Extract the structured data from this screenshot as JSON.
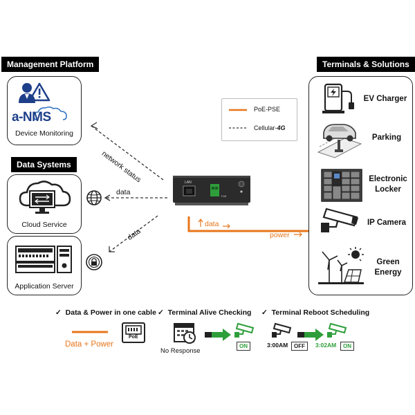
{
  "headers": {
    "management": "Management Platform",
    "data_systems": "Data Systems",
    "terminals": "Terminals & Solutions"
  },
  "left": {
    "nms_logo": "a-NMS",
    "device_monitoring": "Device Monitoring",
    "cloud_service": "Cloud Service",
    "application_server": "Application Server"
  },
  "links": {
    "network_status": "network status",
    "data_top": "data",
    "data_diag": "data",
    "data_orange": "data",
    "power": "power"
  },
  "legend": {
    "poe_pse": "PoE-PSE",
    "cellular": "Cellular-",
    "cellular_em": "4G"
  },
  "device": {
    "lan": "LAN",
    "port_label": "PoE"
  },
  "terminals": [
    {
      "label": "EV Charger",
      "icon": "ev-charger-icon"
    },
    {
      "label": "Parking",
      "icon": "parking-icon"
    },
    {
      "label": "Electronic Locker",
      "icon": "locker-icon"
    },
    {
      "label": "IP Camera",
      "icon": "ip-camera-icon"
    },
    {
      "label": "Green Energy",
      "icon": "green-energy-icon"
    }
  ],
  "features": {
    "f1": "Data & Power in one cable",
    "f2": "Terminal  Alive Checking",
    "f3": "Terminal  Reboot Scheduling"
  },
  "bottom": {
    "data_power": "Data + Power",
    "poe": "PoE",
    "no_response": "No Response",
    "on1": "ON",
    "time1": "3:00AM",
    "off": "OFF",
    "time2": "3:02AM",
    "on2": "ON"
  },
  "colors": {
    "orange": "#e8751a",
    "green": "#2e9e3a",
    "blue": "#1e63b0",
    "black": "#000000"
  }
}
